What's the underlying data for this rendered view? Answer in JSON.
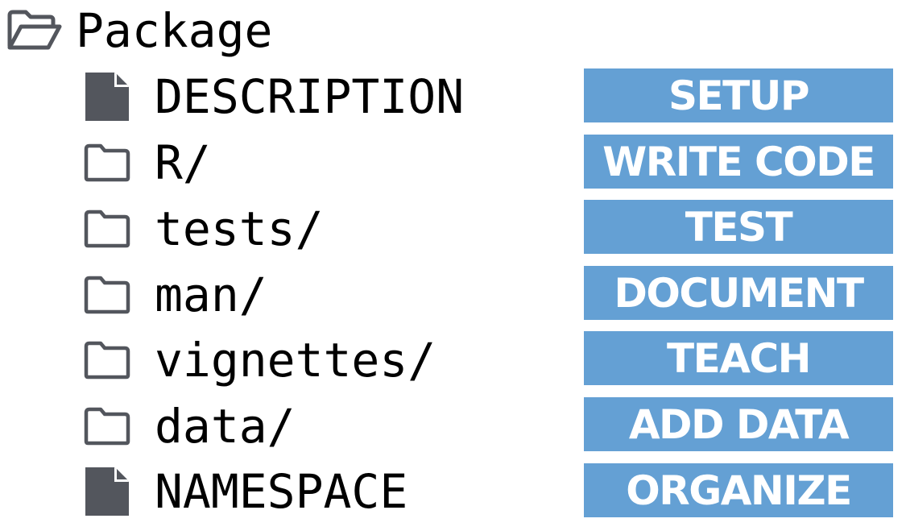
{
  "root": {
    "icon": "folder-open-icon",
    "label": "Package"
  },
  "items": [
    {
      "icon": "file-icon",
      "name": "DESCRIPTION",
      "step": "SETUP"
    },
    {
      "icon": "folder-icon",
      "name": "R/",
      "step": "WRITE CODE"
    },
    {
      "icon": "folder-icon",
      "name": "tests/",
      "step": "TEST"
    },
    {
      "icon": "folder-icon",
      "name": "man/",
      "step": "DOCUMENT"
    },
    {
      "icon": "folder-icon",
      "name": "vignettes/",
      "step": "TEACH"
    },
    {
      "icon": "folder-icon",
      "name": "data/",
      "step": "ADD DATA"
    },
    {
      "icon": "file-icon",
      "name": "NAMESPACE",
      "step": "ORGANIZE"
    }
  ],
  "colors": {
    "step_background": "#64a0d4",
    "step_text": "#ffffff",
    "icon": "#53565d"
  }
}
